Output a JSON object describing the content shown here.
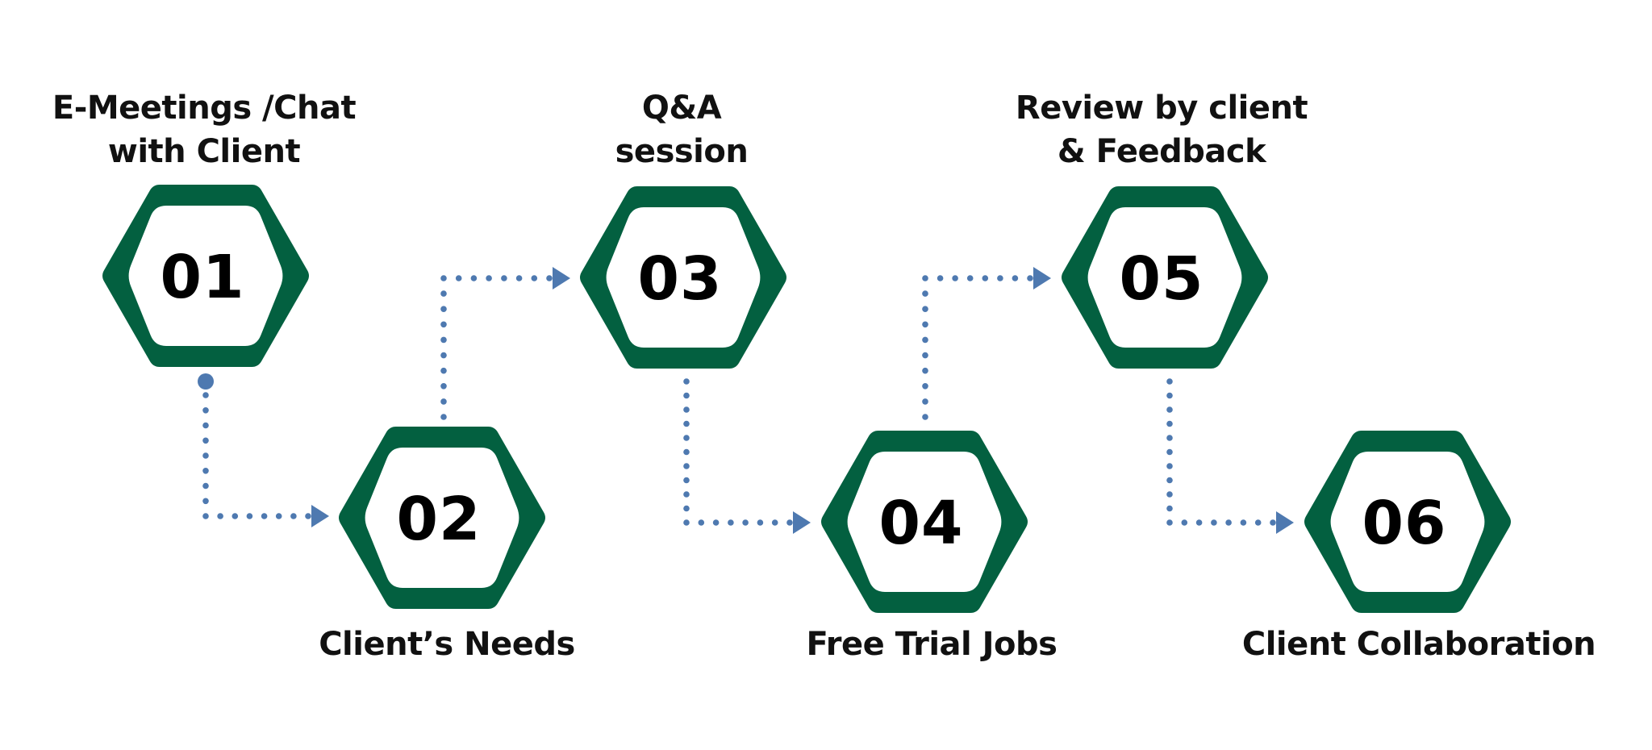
{
  "title": "Client engagement process",
  "colors": {
    "hex_ring": "#036040",
    "hex_inner": "#ffffff",
    "connector": "#4E79B0",
    "number_text": "#000000",
    "label_text": "#111111"
  },
  "steps": [
    {
      "number": "01",
      "label_lines": [
        "E-Meetings /Chat",
        "with Client"
      ],
      "label_position": "above",
      "row": "top"
    },
    {
      "number": "02",
      "label_lines": [
        "Client’s Needs"
      ],
      "label_position": "below",
      "row": "bottom"
    },
    {
      "number": "03",
      "label_lines": [
        "Q&A",
        "session"
      ],
      "label_position": "above",
      "row": "top"
    },
    {
      "number": "04",
      "label_lines": [
        "Free Trial Jobs"
      ],
      "label_position": "below",
      "row": "bottom"
    },
    {
      "number": "05",
      "label_lines": [
        "Review by client",
        "& Feedback"
      ],
      "label_position": "above",
      "row": "top"
    },
    {
      "number": "06",
      "label_lines": [
        "Client Collaboration"
      ],
      "label_position": "below",
      "row": "bottom"
    }
  ],
  "connectors": [
    {
      "from": "01",
      "to": "02",
      "style": "dotted-arrow",
      "start_marker": "dot"
    },
    {
      "from": "02",
      "to": "03",
      "style": "dotted-arrow"
    },
    {
      "from": "03",
      "to": "04",
      "style": "dotted-arrow"
    },
    {
      "from": "04",
      "to": "05",
      "style": "dotted-arrow"
    },
    {
      "from": "05",
      "to": "06",
      "style": "dotted-arrow"
    }
  ]
}
